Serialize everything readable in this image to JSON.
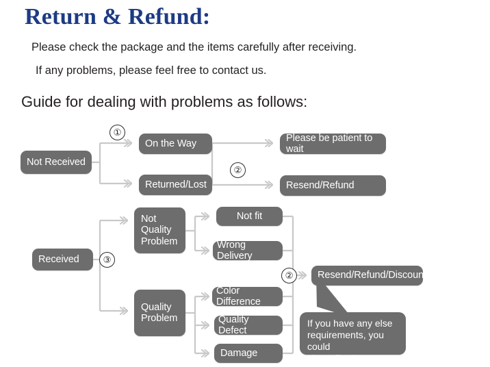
{
  "header": {
    "title": "Return & Refund:",
    "line1": "Please check the package and the items carefully after receiving.",
    "line2": "If any problems, please feel free to contact us.",
    "guide_title": "Guide for dealing with problems as follows:",
    "title_color": "#1d3b84",
    "text_color": "#231f20"
  },
  "flow": {
    "node_fill": "#6d6d6d",
    "node_text_color": "#ffffff",
    "connector_color": "#c9c9c9",
    "marker_color": "#2b2b2b",
    "nodes": [
      {
        "id": "not-received",
        "label": "Not Received"
      },
      {
        "id": "on-the-way",
        "label": "On the Way"
      },
      {
        "id": "returned-lost",
        "label": "Returned/Lost"
      },
      {
        "id": "please-be-patient",
        "label": "Please be patient to wait"
      },
      {
        "id": "resend-refund",
        "label": "Resend/Refund"
      },
      {
        "id": "received",
        "label": "Received"
      },
      {
        "id": "not-quality-problem",
        "label": "Not\nQuality\nProblem"
      },
      {
        "id": "quality-problem",
        "label": "Quality\nProblem"
      },
      {
        "id": "not-fit",
        "label": "Not fit"
      },
      {
        "id": "wrong-delivery",
        "label": "Wrong Delivery"
      },
      {
        "id": "color-difference",
        "label": "Color Difference"
      },
      {
        "id": "quality-defect",
        "label": "Quality Defect"
      },
      {
        "id": "damage",
        "label": "Damage"
      },
      {
        "id": "resend-refund-discount",
        "label": "Resend/Refund/Discount"
      }
    ],
    "markers": [
      {
        "id": "marker-1",
        "label": "①"
      },
      {
        "id": "marker-2-top",
        "label": "②"
      },
      {
        "id": "marker-3",
        "label": "③"
      },
      {
        "id": "marker-2-bottom",
        "label": "②"
      }
    ],
    "callout": {
      "text": "If you have any else\nrequirements, you could\nalso tell us!"
    }
  }
}
